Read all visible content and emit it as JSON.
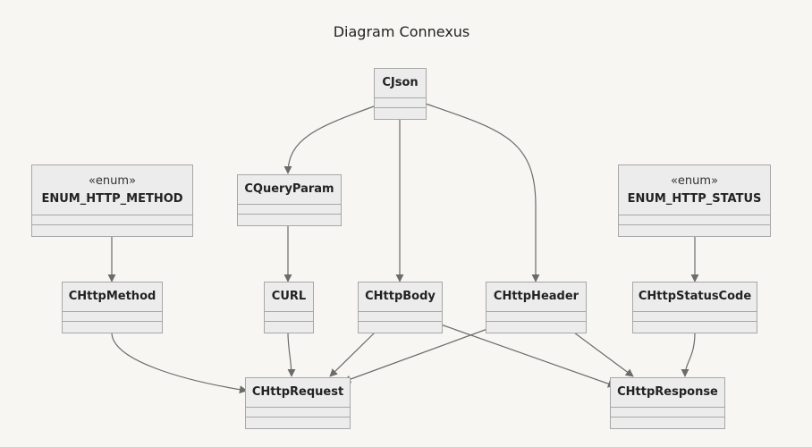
{
  "title": "Diagram Connexus",
  "classes": {
    "cjson": {
      "name": "CJson",
      "stereotype": ""
    },
    "enum_method": {
      "name": "ENUM_HTTP_METHOD",
      "stereotype": "«enum»"
    },
    "cqueryparam": {
      "name": "CQueryParam",
      "stereotype": ""
    },
    "enum_status": {
      "name": "ENUM_HTTP_STATUS",
      "stereotype": "«enum»"
    },
    "chttpmethod": {
      "name": "CHttpMethod",
      "stereotype": ""
    },
    "curl": {
      "name": "CURL",
      "stereotype": ""
    },
    "chttpbody": {
      "name": "CHttpBody",
      "stereotype": ""
    },
    "chttpheader": {
      "name": "CHttpHeader",
      "stereotype": ""
    },
    "chttpstatuscode": {
      "name": "CHttpStatusCode",
      "stereotype": ""
    },
    "chttprequest": {
      "name": "CHttpRequest",
      "stereotype": ""
    },
    "chttpresponse": {
      "name": "CHttpResponse",
      "stereotype": ""
    }
  },
  "relations": [
    {
      "from": "CJson",
      "to": "CQueryParam"
    },
    {
      "from": "CJson",
      "to": "CHttpBody"
    },
    {
      "from": "CJson",
      "to": "CHttpHeader"
    },
    {
      "from": "ENUM_HTTP_METHOD",
      "to": "CHttpMethod"
    },
    {
      "from": "CQueryParam",
      "to": "CURL"
    },
    {
      "from": "ENUM_HTTP_STATUS",
      "to": "CHttpStatusCode"
    },
    {
      "from": "CHttpMethod",
      "to": "CHttpRequest"
    },
    {
      "from": "CURL",
      "to": "CHttpRequest"
    },
    {
      "from": "CHttpBody",
      "to": "CHttpRequest"
    },
    {
      "from": "CHttpHeader",
      "to": "CHttpRequest"
    },
    {
      "from": "CHttpBody",
      "to": "CHttpResponse"
    },
    {
      "from": "CHttpHeader",
      "to": "CHttpResponse"
    },
    {
      "from": "CHttpStatusCode",
      "to": "CHttpResponse"
    }
  ],
  "colors": {
    "background": "#f7f6f3",
    "node_fill": "#ececec",
    "node_border": "#a7a7a7",
    "edge": "#6b6b6b"
  }
}
